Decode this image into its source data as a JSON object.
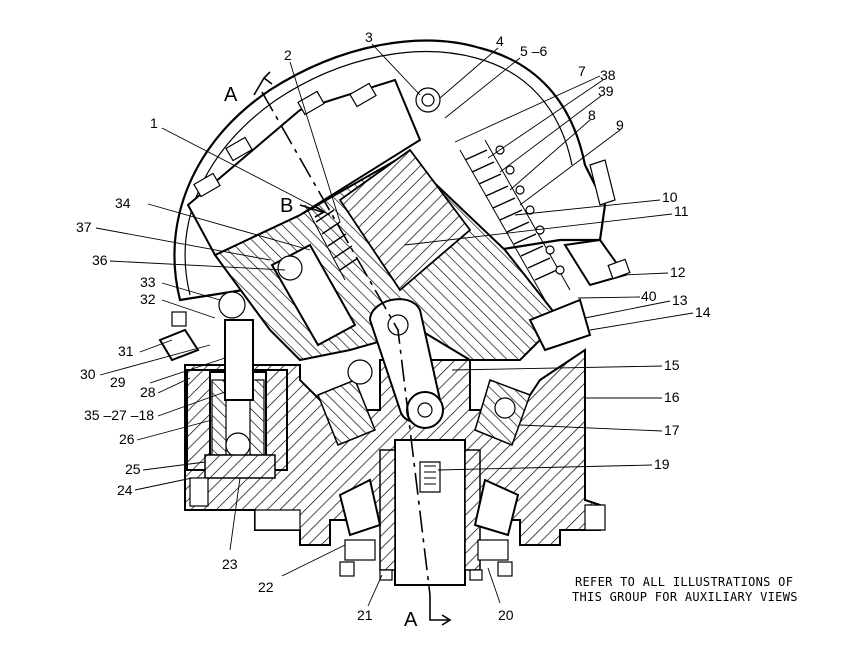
{
  "callouts": {
    "c1": "1",
    "c2": "2",
    "c3": "3",
    "c4": "4",
    "c5_6": "5 –6",
    "c7": "7",
    "c38": "38",
    "c39": "39",
    "c8": "8",
    "c9": "9",
    "c10": "10",
    "c11": "11",
    "c12": "12",
    "c40": "40",
    "c13": "13",
    "c14": "14",
    "c15": "15",
    "c16": "16",
    "c17": "17",
    "c19": "19",
    "c20": "20",
    "c21": "21",
    "c22": "22",
    "c23": "23",
    "c24": "24",
    "c25": "25",
    "c26": "26",
    "c35_27_18": "35 –27 –18",
    "c28": "28",
    "c29": "29",
    "c30": "30",
    "c31": "31",
    "c32": "32",
    "c33": "33",
    "c36": "36",
    "c37": "37",
    "c34": "34"
  },
  "section_labels": {
    "a_top": "A",
    "b": "B",
    "a_bottom": "A"
  },
  "note": {
    "line1": "REFER TO ALL ILLUSTRATIONS OF",
    "line2": "THIS GROUP FOR AUXILIARY VIEWS"
  }
}
